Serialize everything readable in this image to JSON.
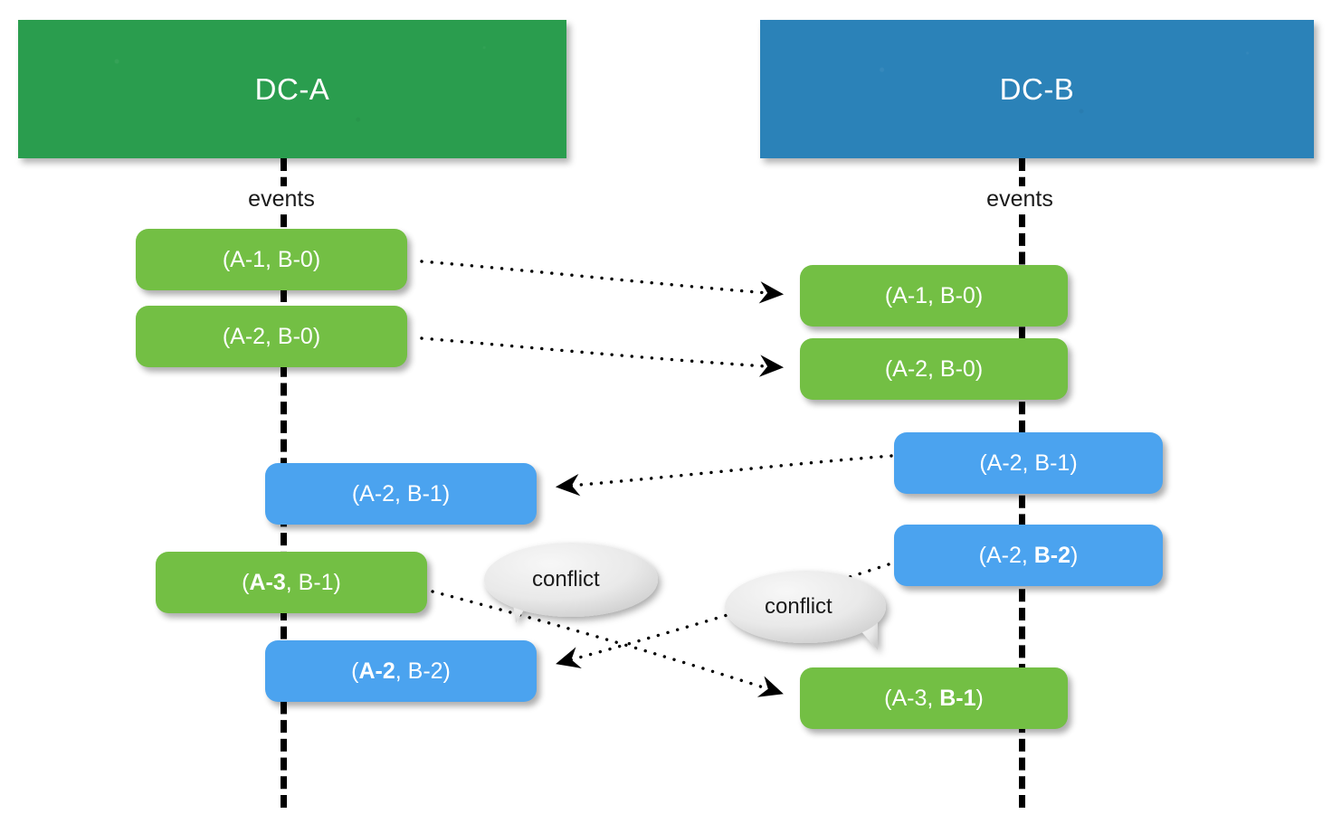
{
  "diagram": {
    "title": "DC-A / DC-B event replication with conflicts",
    "colors": {
      "dc_a_header": "#2a9d4e",
      "dc_b_header": "#2b82b8",
      "event_green": "#73bf44",
      "event_blue": "#4ba3ef",
      "bubble": "#e3e3e3",
      "line": "#000000",
      "background": "#ffffff"
    }
  },
  "columns": [
    {
      "id": "dc-a",
      "header_label": "DC-A",
      "timeline_label": "events"
    },
    {
      "id": "dc-b",
      "header_label": "DC-B",
      "timeline_label": "events"
    }
  ],
  "events_left": [
    {
      "id": "a1",
      "color": "green",
      "text": "(A-1, B-0)",
      "parts": [
        {
          "t": "(A-1, B-0)",
          "bold": false
        }
      ]
    },
    {
      "id": "a2",
      "color": "green",
      "text": "(A-2, B-0)",
      "parts": [
        {
          "t": "(A-2, B-0)",
          "bold": false
        }
      ]
    },
    {
      "id": "a3",
      "color": "blue",
      "text": "(A-2, B-1)",
      "parts": [
        {
          "t": "(A-2, B-1)",
          "bold": false
        }
      ]
    },
    {
      "id": "a4",
      "color": "green",
      "text": "(A-3, B-1)",
      "parts": [
        {
          "t": "(",
          "bold": false
        },
        {
          "t": "A-3",
          "bold": true
        },
        {
          "t": ", B-1)",
          "bold": false
        }
      ]
    },
    {
      "id": "a5",
      "color": "blue",
      "text": "(A-2, B-2)",
      "parts": [
        {
          "t": "(",
          "bold": false
        },
        {
          "t": "A-2",
          "bold": true
        },
        {
          "t": ", B-2)",
          "bold": false
        }
      ]
    }
  ],
  "events_right": [
    {
      "id": "b1",
      "color": "green",
      "text": "(A-1, B-0)",
      "parts": [
        {
          "t": "(A-1, B-0)",
          "bold": false
        }
      ]
    },
    {
      "id": "b2",
      "color": "green",
      "text": "(A-2, B-0)",
      "parts": [
        {
          "t": "(A-2, B-0)",
          "bold": false
        }
      ]
    },
    {
      "id": "b3",
      "color": "blue",
      "text": "(A-2, B-1)",
      "parts": [
        {
          "t": "(A-2, B-1)",
          "bold": false
        }
      ]
    },
    {
      "id": "b4",
      "color": "blue",
      "text": "(A-2, B-2)",
      "parts": [
        {
          "t": "(A-2, ",
          "bold": false
        },
        {
          "t": "B-2",
          "bold": true
        },
        {
          "t": ")",
          "bold": false
        }
      ]
    },
    {
      "id": "b5",
      "color": "green",
      "text": "(A-3, B-1)",
      "parts": [
        {
          "t": "(A-3, ",
          "bold": false
        },
        {
          "t": "B-1",
          "bold": true
        },
        {
          "t": ")",
          "bold": false
        }
      ]
    }
  ],
  "bubbles": [
    {
      "id": "conflict-left",
      "label": "conflict"
    },
    {
      "id": "conflict-right",
      "label": "conflict"
    }
  ],
  "replication_arrows": [
    {
      "from": "a1",
      "to": "b1",
      "direction": "left-to-right"
    },
    {
      "from": "a2",
      "to": "b2",
      "direction": "left-to-right"
    },
    {
      "from": "b3",
      "to": "a3",
      "direction": "right-to-left"
    },
    {
      "from": "a4",
      "to": "b5",
      "direction": "left-to-right"
    },
    {
      "from": "b4",
      "to": "a5",
      "direction": "right-to-left"
    }
  ]
}
